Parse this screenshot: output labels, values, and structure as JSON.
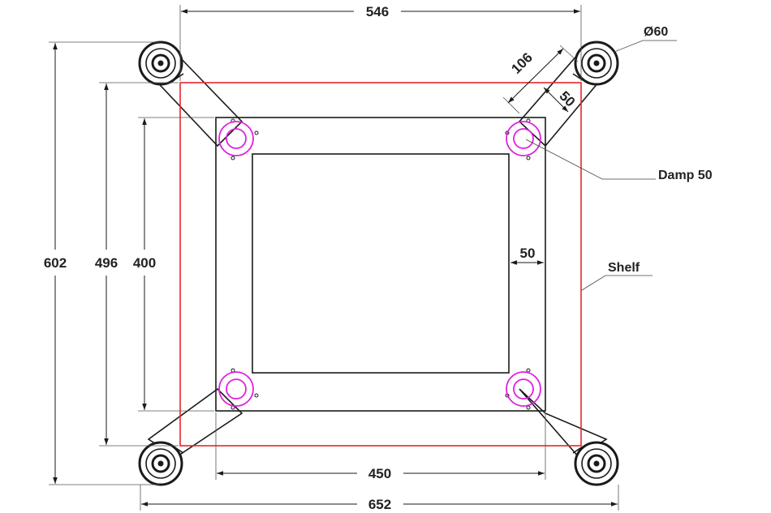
{
  "dimensions": {
    "top_width": "546",
    "bottom_outer_width": "652",
    "bottom_inner_width": "450",
    "left_outer_height": "602",
    "left_mid_height": "496",
    "left_inner_height": "400",
    "arm_length": "106",
    "arm_width": "50",
    "border_width": "50"
  },
  "callouts": {
    "wheel_diameter": "Ø60",
    "damper": "Damp 50",
    "shelf": "Shelf"
  },
  "colors": {
    "line": "#1a1a1a",
    "shelf": "#e8262b",
    "damper": "#e020e0"
  }
}
